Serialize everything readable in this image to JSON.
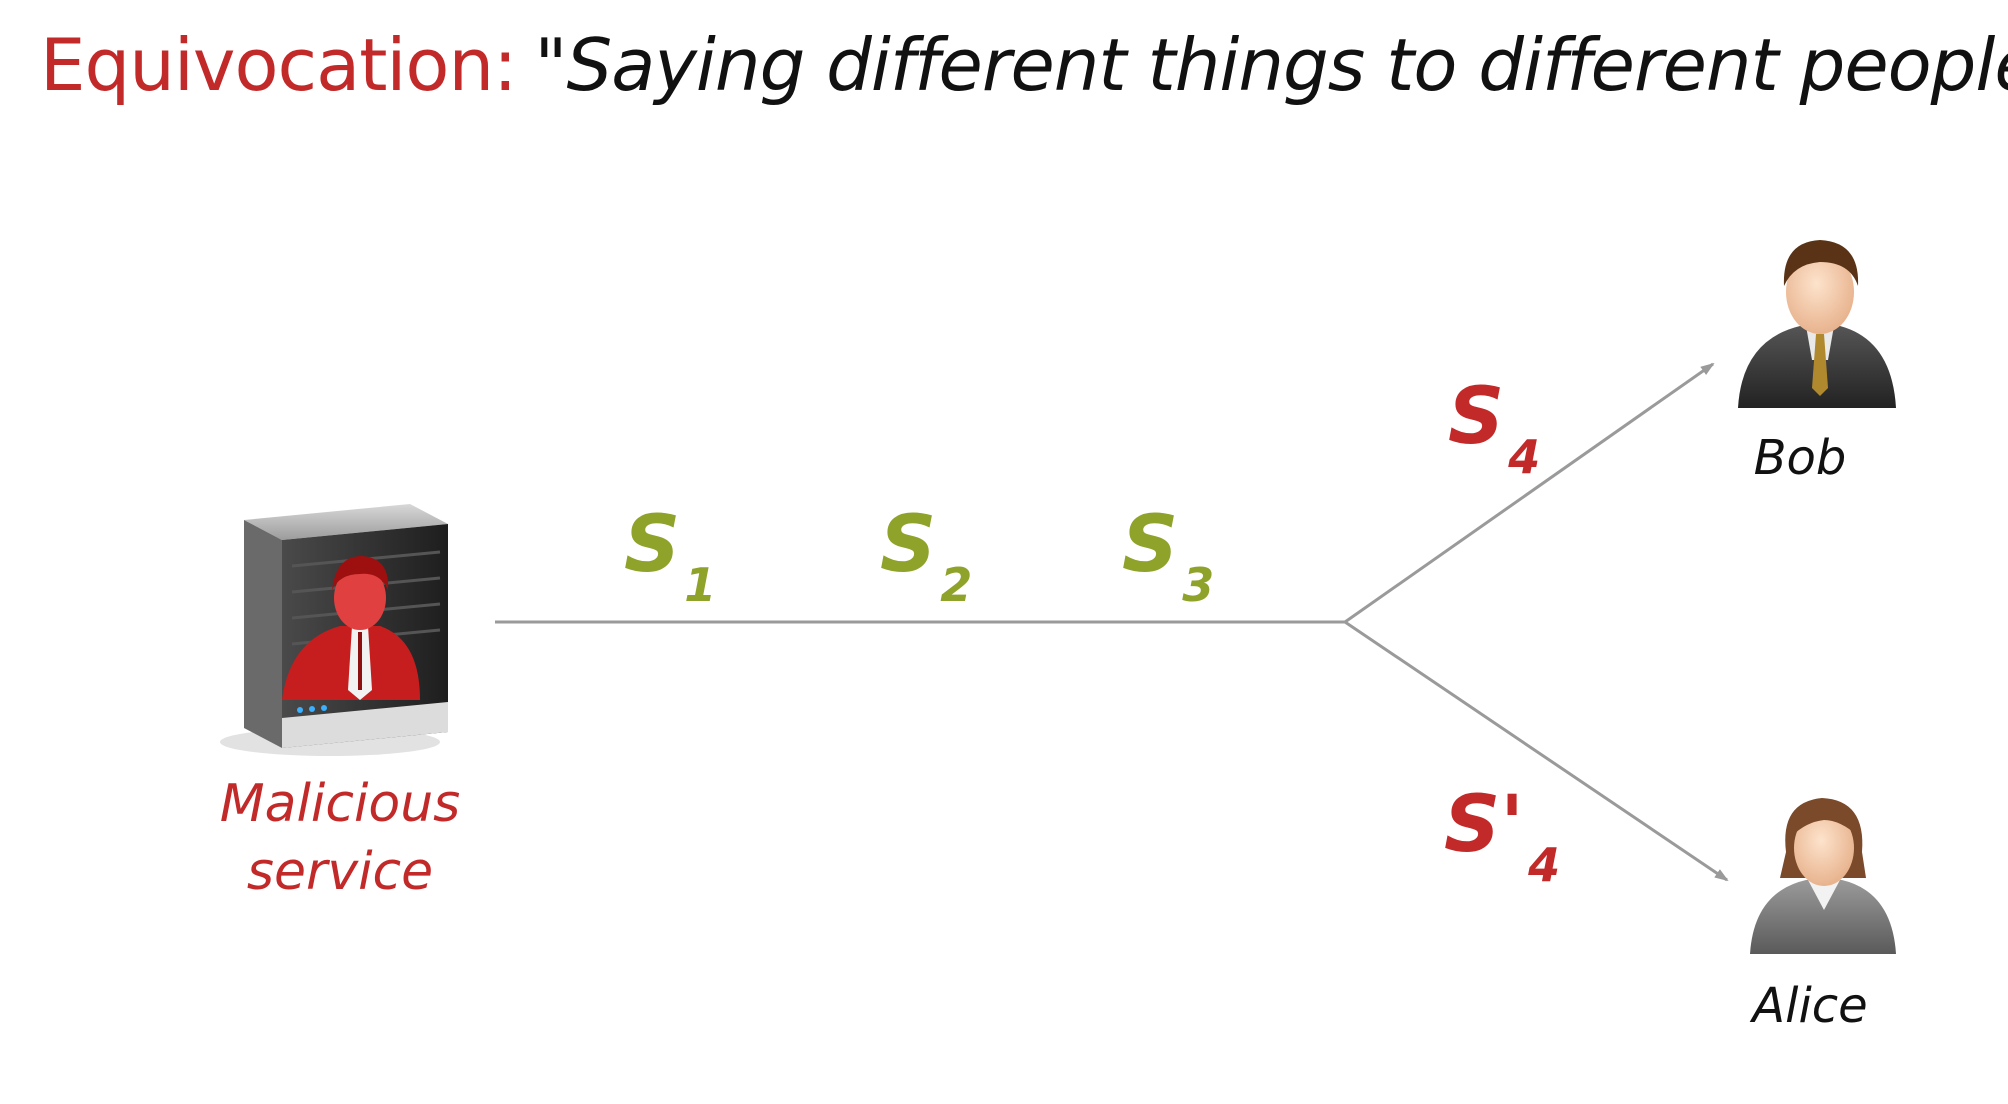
{
  "title": {
    "term": "Equivocation:",
    "quote": "\"Saying different things to different people.\""
  },
  "nodes": {
    "server": {
      "line1": "Malicious",
      "line2": "service",
      "icon": "malicious-server-icon"
    },
    "bob": {
      "label": "Bob",
      "icon": "male-user-icon"
    },
    "alice": {
      "label": "Alice",
      "icon": "female-user-icon"
    }
  },
  "messages": {
    "s1": {
      "main": "S",
      "sub": "1"
    },
    "s2": {
      "main": "S",
      "sub": "2"
    },
    "s3": {
      "main": "S",
      "sub": "3"
    },
    "s4": {
      "main": "S",
      "sub": "4"
    },
    "s4prime": {
      "main": "S'",
      "sub": "4"
    }
  },
  "colors": {
    "accent_red": "#c22a2a",
    "accent_green": "#8fa22a",
    "line": "#9a9a9a"
  }
}
